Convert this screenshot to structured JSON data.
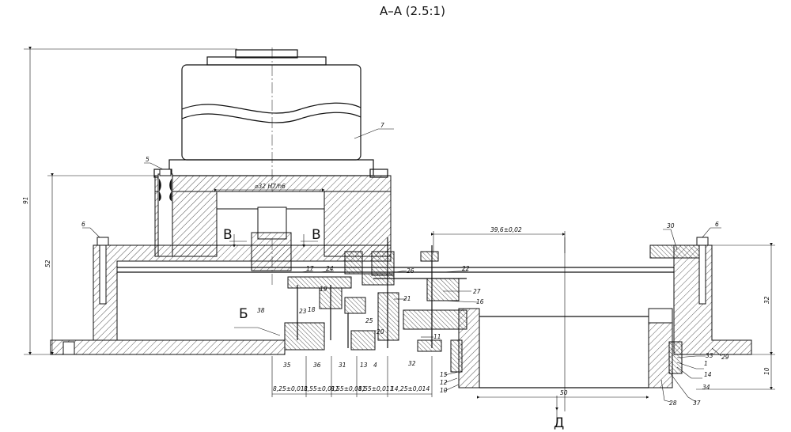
{
  "title": "А–А (2.5:1)",
  "section_marks": {
    "b_left": "В",
    "b_right": "В",
    "b_view": "Б",
    "d_view": "Д"
  },
  "fit_label": "⌀32 H7/h6",
  "dims": {
    "d91": "91",
    "d52": "52",
    "d32": "32",
    "d10": "10",
    "d50": "50",
    "d39": "39,6±0,02",
    "d1": "8,25±0,011",
    "d2": "8,55±0,011",
    "d3": "8,55±0,011",
    "d4": "8,55±0,011",
    "d5": "14,25±0,014"
  },
  "labels": {
    "p1": "1",
    "p4": "4",
    "p5": "5",
    "p6a": "6",
    "p6b": "6",
    "p7": "7",
    "p10": "10",
    "p11": "11",
    "p12": "12",
    "p13": "13",
    "p14": "14",
    "p15": "15",
    "p16": "16",
    "p17": "17",
    "p18": "18",
    "p19": "19",
    "p20": "20",
    "p21": "21",
    "p22": "22",
    "p23": "23",
    "p24": "24",
    "p25": "25",
    "p26": "26",
    "p27": "27",
    "p28": "28",
    "p29": "29",
    "p30": "30",
    "p31": "31",
    "p32": "32",
    "p33": "33",
    "p34": "34",
    "p35": "35",
    "p36": "36",
    "p37": "37",
    "p38": "38"
  }
}
